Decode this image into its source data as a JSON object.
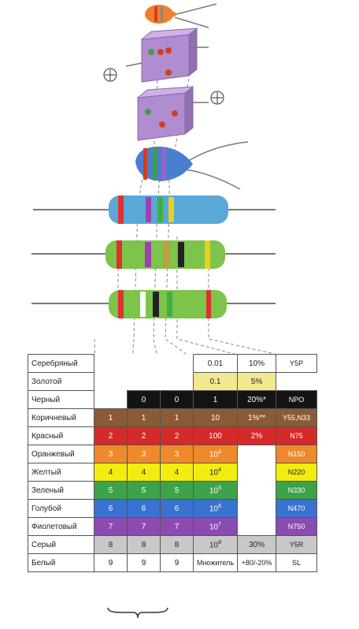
{
  "components": [
    {
      "kind": "ceramic-disc-capacitor",
      "color": "#f08030",
      "bands": [
        "#d04020",
        "#888888",
        "#f0f0f0"
      ]
    },
    {
      "kind": "cube-capacitor-1",
      "color": "#b08cd0",
      "marker": "+"
    },
    {
      "kind": "cube-capacitor-2",
      "color": "#b08cd0",
      "marker": "+"
    },
    {
      "kind": "tantalum-capacitor",
      "color": "#4a7fd0",
      "bands": [
        "#d04020",
        "#40a040",
        "#a060c0"
      ]
    },
    {
      "kind": "resistor-blue",
      "color": "#5aa8d8",
      "bands": [
        "#e03030",
        "#a040b0",
        "#40b040",
        "#e8d020"
      ]
    },
    {
      "kind": "resistor-green",
      "color": "#7cc44a",
      "bands": [
        "#e03030",
        "#a040b0",
        "#c0a040",
        "#222222",
        "#e8d020"
      ]
    },
    {
      "kind": "resistor-green-2",
      "color": "#7cc44a",
      "bands": [
        "#e03030",
        "#ffffff",
        "#222222",
        "#40b040",
        "#e03030"
      ]
    }
  ],
  "table": {
    "rows": [
      {
        "name": "Серебряный",
        "mult": "0.01",
        "tol": "10%",
        "tc": "Y5P",
        "color": "#ffffff",
        "text": "#222222"
      },
      {
        "name": "Золотой",
        "mult": "0.1",
        "tol": "5%",
        "tc": "",
        "color": "#f2e890",
        "text": "#222222"
      },
      {
        "name": "Черный",
        "d1": "",
        "d2": "0",
        "d3": "0",
        "mult": "1",
        "tol": "20%*",
        "tc": "NPO",
        "color": "#141414",
        "text": "#ffffff"
      },
      {
        "name": "Коричневый",
        "d1": "1",
        "d2": "1",
        "d3": "1",
        "mult": "10",
        "tol": "1%**",
        "tc": "Y55,N33",
        "color": "#8c5a34",
        "text": "#ffffff"
      },
      {
        "name": "Красный",
        "d1": "2",
        "d2": "2",
        "d3": "2",
        "mult": "100",
        "tol": "2%",
        "tc": "N75",
        "color": "#d42a2a",
        "text": "#ffffff"
      },
      {
        "name": "Оранжевый",
        "d1": "3",
        "d2": "3",
        "d3": "3",
        "mult": "10",
        "mult_exp": "3",
        "tc": "N150",
        "color": "#ee8a2c",
        "text": "#ffffff"
      },
      {
        "name": "Желтый",
        "d1": "4",
        "d2": "4",
        "d3": "4",
        "mult": "10",
        "mult_exp": "4",
        "tc": "N220",
        "color": "#f2ec10",
        "text": "#222222"
      },
      {
        "name": "Зеленый",
        "d1": "5",
        "d2": "5",
        "d3": "5",
        "mult": "10",
        "mult_exp": "5",
        "tc": "N330",
        "color": "#3ea24a",
        "text": "#ffffff"
      },
      {
        "name": "Голубой",
        "d1": "6",
        "d2": "6",
        "d3": "6",
        "mult": "10",
        "mult_exp": "6",
        "tc": "N470",
        "color": "#3a72d0",
        "text": "#ffffff"
      },
      {
        "name": "Фиолетовый",
        "d1": "7",
        "d2": "7",
        "d3": "7",
        "mult": "10",
        "mult_exp": "7",
        "tc": "N750",
        "color": "#8a4cb0",
        "text": "#ffffff"
      },
      {
        "name": "Серый",
        "d1": "8",
        "d2": "8",
        "d3": "8",
        "mult": "10",
        "mult_exp": "8",
        "tol": "30%",
        "tc": "Y5R",
        "color": "#c8c8c8",
        "text": "#222222"
      },
      {
        "name": "Белый",
        "d1": "9",
        "d2": "9",
        "d3": "9",
        "mult": "Множитель",
        "tol": "+80/-20%",
        "tc": "SL",
        "color": "#ffffff",
        "text": "#222222"
      }
    ]
  }
}
